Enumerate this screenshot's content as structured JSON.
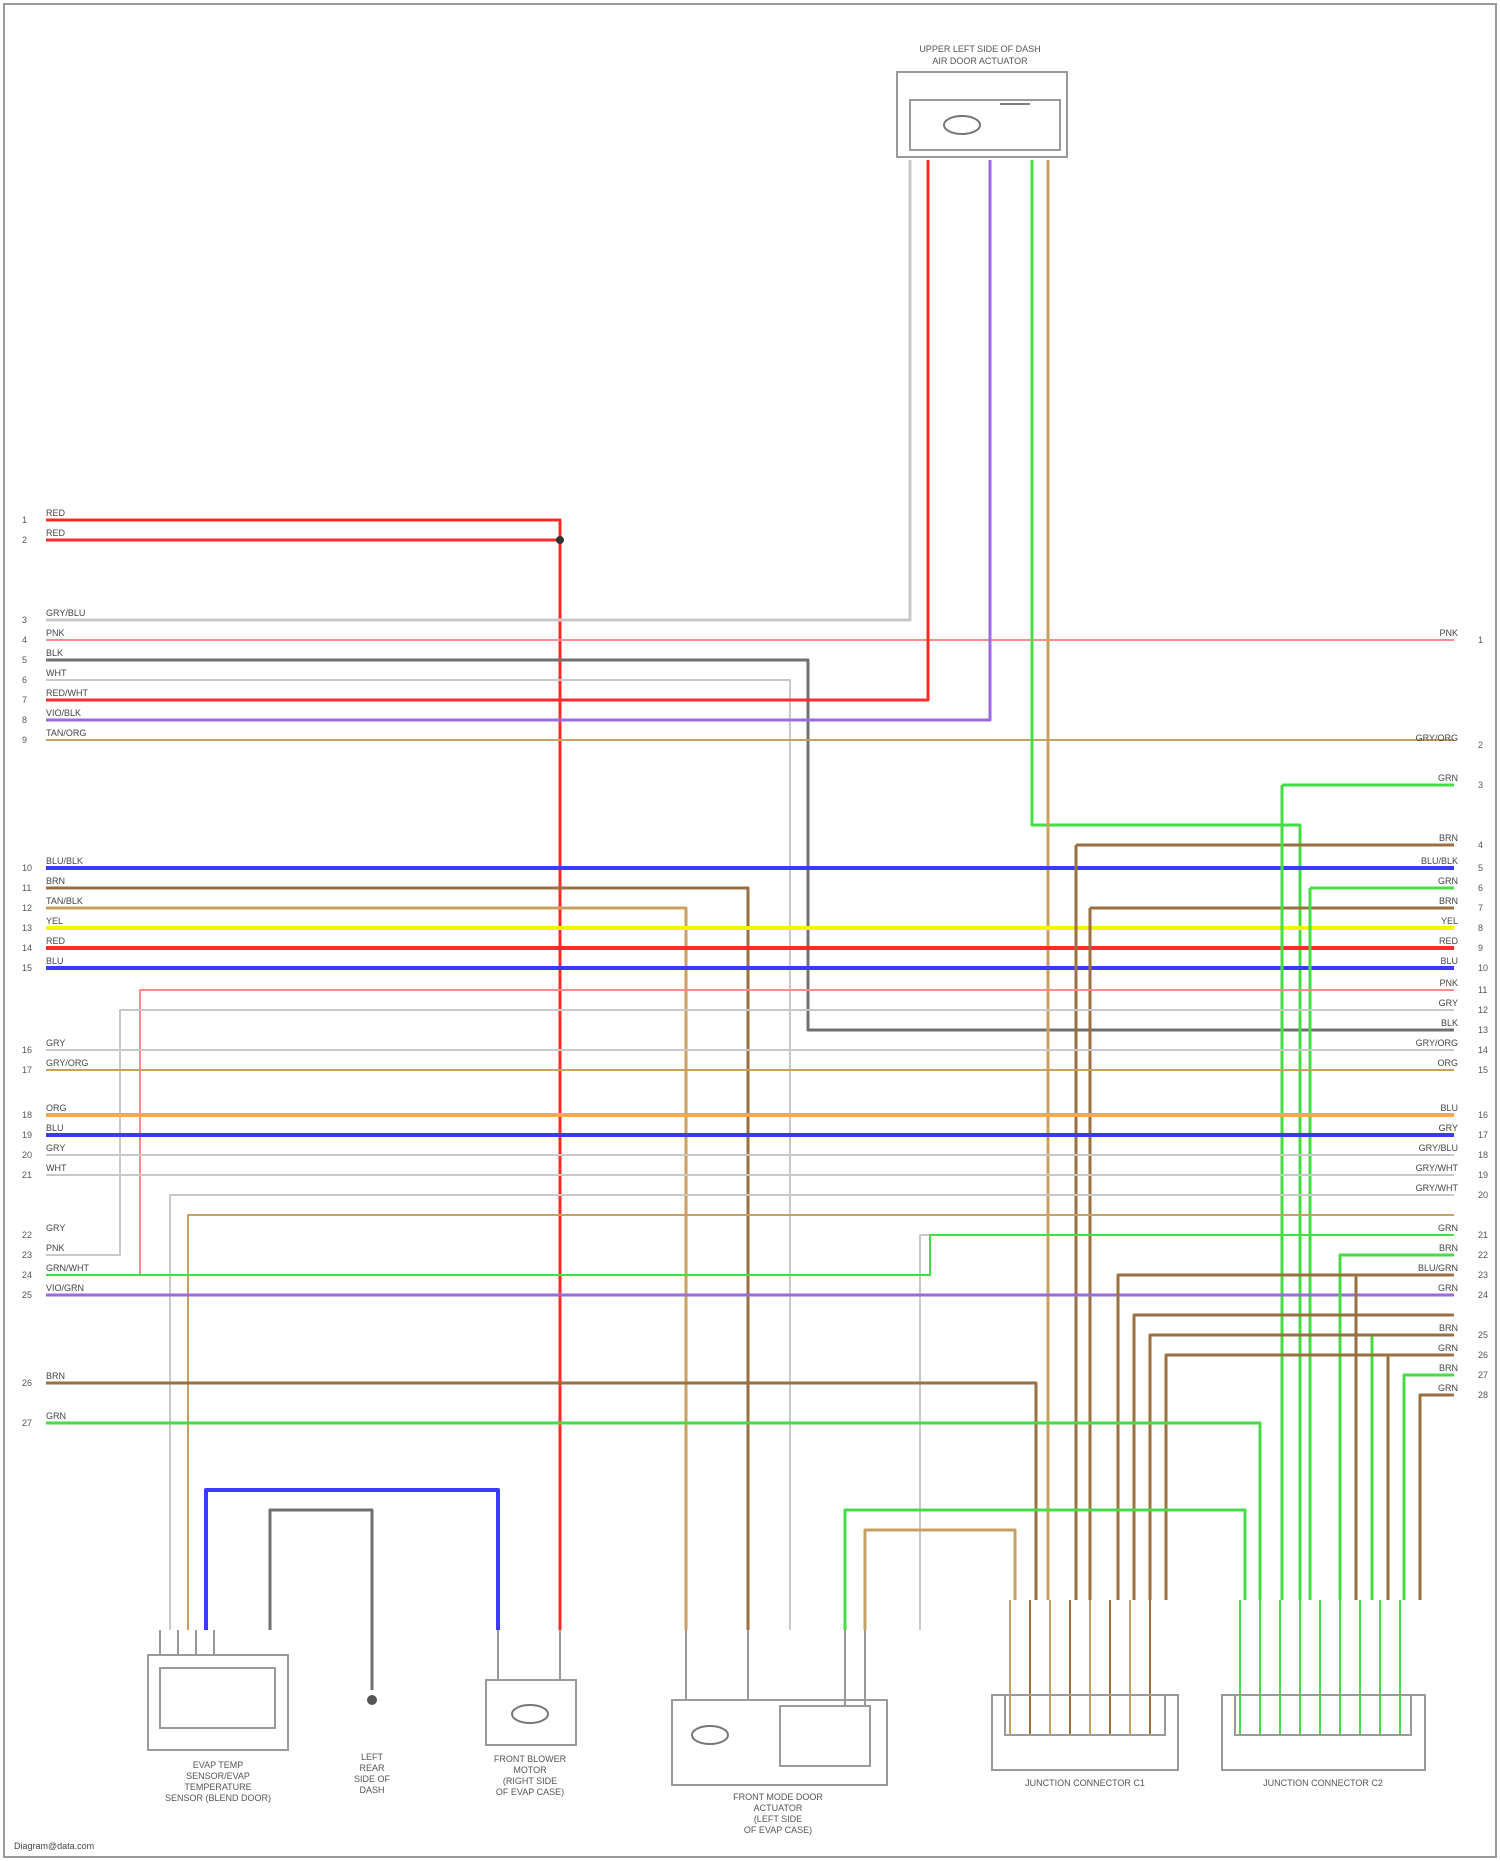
{
  "colors": {
    "RED": "#ff2a2a",
    "PINK": "#ff8a8a",
    "GRAY": "#c8c8c8",
    "DKGRAY": "#707070",
    "VIOLET": "#9a6ae0",
    "BLUE": "#3a3aff",
    "YELLOW": "#f5f500",
    "ORANGE": "#ffa64a",
    "TAN": "#c8a060",
    "BROWN": "#9a7040",
    "GREEN": "#44dd44",
    "LTBLUE": "#9a9aff"
  },
  "components": {
    "top_module": {
      "title": "UPPER LEFT SIDE OF DASH\nAIR DOOR ACTUATOR",
      "icon": "motor-icon"
    },
    "bottom_left": {
      "title": "EVAP TEMP\nSENSOR/EVAP\nTEMPERATURE\nSENSOR (BLEND DOOR)"
    },
    "bottom_ground": {
      "title": "LEFT\nREAR\nSIDE OF\nDASH"
    },
    "bottom_motor": {
      "title": "FRONT BLOWER\nMOTOR\n(RIGHT SIDE\nOF EVAP CASE)",
      "icon": "motor-icon"
    },
    "bottom_mode": {
      "title": "FRONT MODE DOOR\nACTUATOR\n(LEFT SIDE\nOF EVAP CASE)",
      "icon": "motor-icon"
    },
    "conn_a": {
      "title": "JUNCTION CONNECTOR C1"
    },
    "conn_b": {
      "title": "JUNCTION CONNECTOR C2"
    }
  },
  "left_wires": [
    {
      "pin": "1",
      "label": "RED",
      "color": "RED"
    },
    {
      "pin": "2",
      "label": "RED",
      "color": "RED"
    },
    {
      "pin": "3",
      "label": "GRY/BLU",
      "color": "GRAY"
    },
    {
      "pin": "4",
      "label": "PNK",
      "color": "PINK"
    },
    {
      "pin": "5",
      "label": "BLK",
      "color": "DKGRAY"
    },
    {
      "pin": "6",
      "label": "WHT",
      "color": "GRAY"
    },
    {
      "pin": "7",
      "label": "RED/WHT",
      "color": "RED"
    },
    {
      "pin": "8",
      "label": "VIO/BLK",
      "color": "VIOLET"
    },
    {
      "pin": "9",
      "label": "TAN/ORG",
      "color": "TAN"
    },
    {
      "pin": "10",
      "label": "BLU/BLK",
      "color": "BLUE"
    },
    {
      "pin": "11",
      "label": "BRN",
      "color": "BROWN"
    },
    {
      "pin": "12",
      "label": "TAN/BLK",
      "color": "TAN"
    },
    {
      "pin": "13",
      "label": "YEL",
      "color": "YELLOW"
    },
    {
      "pin": "14",
      "label": "RED",
      "color": "RED"
    },
    {
      "pin": "15",
      "label": "BLU",
      "color": "BLUE"
    },
    {
      "pin": "16",
      "label": "GRY",
      "color": "GRAY"
    },
    {
      "pin": "17",
      "label": "GRY/ORG",
      "color": "TAN"
    },
    {
      "pin": "18",
      "label": "ORG",
      "color": "ORANGE"
    },
    {
      "pin": "19",
      "label": "BLU",
      "color": "BLUE"
    },
    {
      "pin": "20",
      "label": "GRY",
      "color": "GRAY"
    },
    {
      "pin": "21",
      "label": "WHT",
      "color": "GRAY"
    },
    {
      "pin": "22",
      "label": "GRY",
      "color": "GRAY"
    },
    {
      "pin": "23",
      "label": "PNK",
      "color": "PINK"
    },
    {
      "pin": "24",
      "label": "GRN/WHT",
      "color": "GREEN"
    },
    {
      "pin": "25",
      "label": "VIO/GRN",
      "color": "VIOLET"
    },
    {
      "pin": "26",
      "label": "BRN",
      "color": "BROWN"
    },
    {
      "pin": "27",
      "label": "GRN",
      "color": "GREEN"
    }
  ],
  "right_wires": [
    {
      "pin": "1",
      "label": "PNK",
      "color": "PINK"
    },
    {
      "pin": "2",
      "label": "GRY/ORG",
      "color": "TAN"
    },
    {
      "pin": "3",
      "label": "GRN",
      "color": "GREEN"
    },
    {
      "pin": "4",
      "label": "BRN",
      "color": "BROWN"
    },
    {
      "pin": "5",
      "label": "BLU/BLK",
      "color": "BLUE"
    },
    {
      "pin": "6",
      "label": "GRN",
      "color": "GREEN"
    },
    {
      "pin": "7",
      "label": "BRN",
      "color": "BROWN"
    },
    {
      "pin": "8",
      "label": "YEL",
      "color": "YELLOW"
    },
    {
      "pin": "9",
      "label": "RED",
      "color": "RED"
    },
    {
      "pin": "10",
      "label": "BLU",
      "color": "BLUE"
    },
    {
      "pin": "11",
      "label": "PNK",
      "color": "PINK"
    },
    {
      "pin": "12",
      "label": "GRY",
      "color": "GRAY"
    },
    {
      "pin": "13",
      "label": "BLK",
      "color": "DKGRAY"
    },
    {
      "pin": "14",
      "label": "GRY/ORG",
      "color": "TAN"
    },
    {
      "pin": "15",
      "label": "ORG",
      "color": "ORANGE"
    },
    {
      "pin": "16",
      "label": "BLU",
      "color": "BLUE"
    },
    {
      "pin": "17",
      "label": "GRY",
      "color": "GRAY"
    },
    {
      "pin": "18",
      "label": "GRY/BLU",
      "color": "GRAY"
    },
    {
      "pin": "19",
      "label": "GRY/WHT",
      "color": "GRAY"
    },
    {
      "pin": "20",
      "label": "GRY/WHT",
      "color": "GRAY"
    },
    {
      "pin": "21",
      "label": "GRN",
      "color": "GREEN"
    },
    {
      "pin": "22",
      "label": "BRN",
      "color": "BROWN"
    },
    {
      "pin": "23",
      "label": "BLU/GRN",
      "color": "VIOLET"
    },
    {
      "pin": "24",
      "label": "GRN",
      "color": "GREEN"
    },
    {
      "pin": "25",
      "label": "BRN",
      "color": "BROWN"
    },
    {
      "pin": "26",
      "label": "GRN",
      "color": "GREEN"
    },
    {
      "pin": "27",
      "label": "BRN",
      "color": "BROWN"
    },
    {
      "pin": "28",
      "label": "GRN",
      "color": "GREEN"
    }
  ],
  "footer": "Diagram@data.com"
}
